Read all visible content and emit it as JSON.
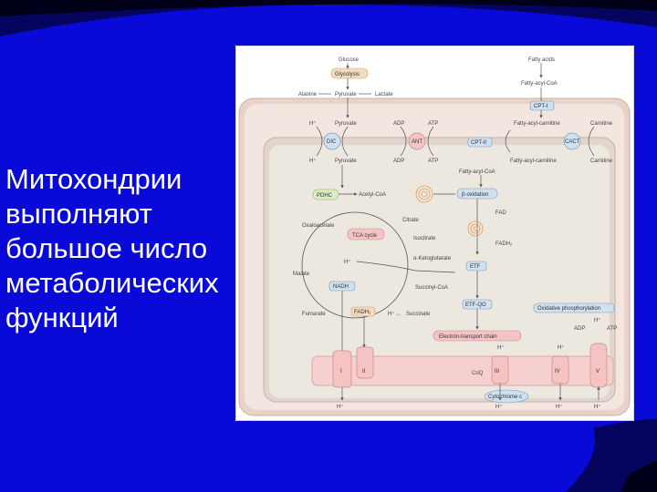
{
  "slide": {
    "title_lines": [
      "Митохондрии",
      "выполняют",
      "большое число",
      "метаболических",
      "функций"
    ],
    "colors": {
      "background": "#0a0ad8",
      "accent_dark": "#050560",
      "accent_black": "#000018"
    }
  },
  "diagram": {
    "nodes": {
      "glucose": "Glucose",
      "glycolysis": "Glycolysis",
      "alanine": "Alanine",
      "pyruvate_top": "Pyruvate",
      "lactate": "Lactate",
      "fatty_acids": "Fatty acids",
      "fatty_acyl_coa_top": "Fatty-acyl-CoA",
      "cpt1": "CPT-I",
      "h_top": "H⁺",
      "pyruvate_mid": "Pyruvate",
      "adp_mid": "ADP",
      "atp_mid": "ATP",
      "fatty_acyl_carnitine_top": "Fatty-acyl-carnitine",
      "carnitine_top": "Carnitine",
      "dic": "DIC",
      "ant": "ANT",
      "cpt2": "CPT-II",
      "cact": "CACT",
      "h_low": "H⁺",
      "pyruvate_low": "Pyruvate",
      "adp_low": "ADP",
      "atp_low": "ATP",
      "fatty_acyl_carnitine_low": "Fatty-acyl-carnitine",
      "carnitine_low": "Carnitine",
      "fatty_acyl_coa_in": "Fatty-acyl-CoA",
      "pdhc": "PDHC",
      "acetyl_coa": "Acetyl-CoA",
      "beta_oxidation": "β-oxidation",
      "oxaloacetate": "Oxaloacetate",
      "citrate": "Citrate",
      "fad": "FAD",
      "tca_cycle": "TCA cycle",
      "isocitrate": "Isocitrate",
      "fadh2": "FADH₂",
      "h_tca": "H⁺",
      "malate": "Malate",
      "alpha_kg": "α-Ketoglutarate",
      "etf": "ETF",
      "nadh": "NADH",
      "succinyl_coa": "Succinyl-CoA",
      "etf_qo": "ETF-QO",
      "oxphos": "Oxidative phosphorylation",
      "fumarate": "Fumarate",
      "fadh2_box": "FADH₂",
      "h_succ": "H⁺ ←",
      "succinate": "Succinate",
      "h_atp": "H⁺",
      "adp_atp": "ADP",
      "atp_atp": "ATP",
      "etc": "Electron-transport chain",
      "h_iii": "H⁺",
      "h_iv": "H⁺",
      "complex_i": "I",
      "complex_ii": "II",
      "coq": "CoQ",
      "complex_iii": "III",
      "complex_iv": "IV",
      "complex_v": "V",
      "cytochrome_c": "Cytochrome c",
      "h_out_1": "H⁺",
      "h_out_3": "H⁺",
      "h_out_4": "H⁺",
      "h_out_5": "H⁺"
    },
    "colors": {
      "outer_membrane": "#e9d3c8",
      "matrix": "#ece7df",
      "cristae": "#f6cfcf",
      "green_box": "#d9ecc4",
      "blue_box": "#cfe0f0",
      "red_box": "#f5c3c3",
      "tan_box": "#f2dcc0",
      "line": "#555555"
    }
  }
}
